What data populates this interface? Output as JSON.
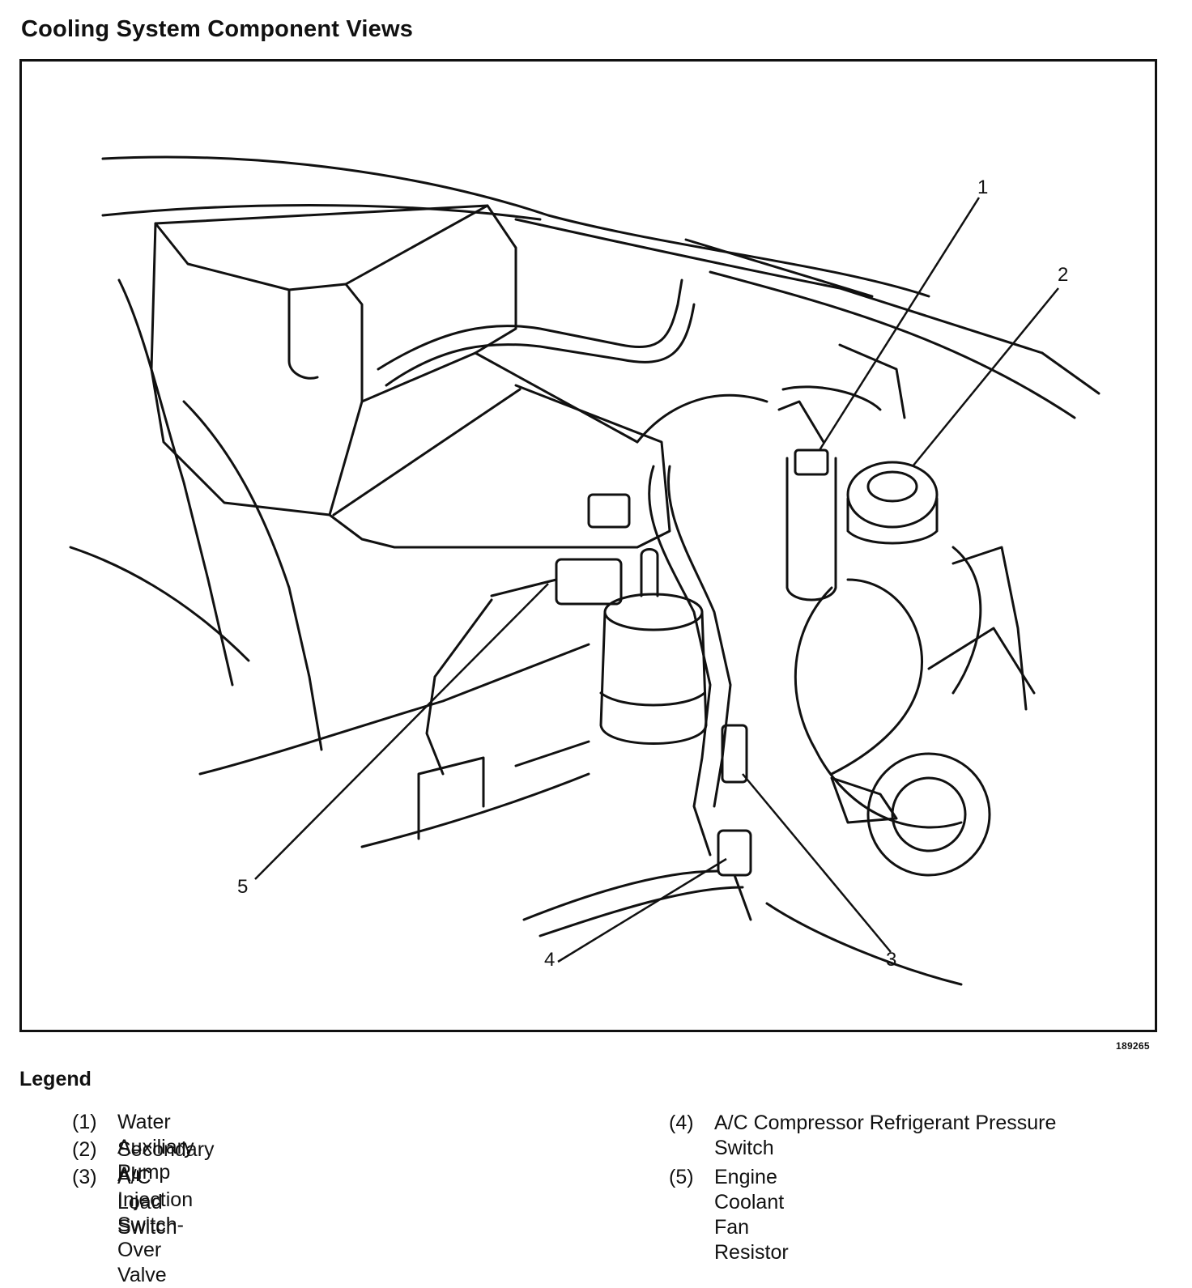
{
  "title": "Cooling System Component Views",
  "figure": {
    "id": "189265",
    "callouts": [
      "1",
      "2",
      "3",
      "4",
      "5"
    ]
  },
  "legend": {
    "heading": "Legend",
    "items": [
      {
        "number": "(1)",
        "label": "Water Auxiliary Pump"
      },
      {
        "number": "(2)",
        "label": "Secondary Air Injection Switch-Over Valve"
      },
      {
        "number": "(3)",
        "label": "A/C Load Switch"
      },
      {
        "number": "(4)",
        "label": "A/C Compressor Refrigerant Pressure Switch"
      },
      {
        "number": "(5)",
        "label": "Engine Coolant Fan Resistor"
      }
    ]
  }
}
